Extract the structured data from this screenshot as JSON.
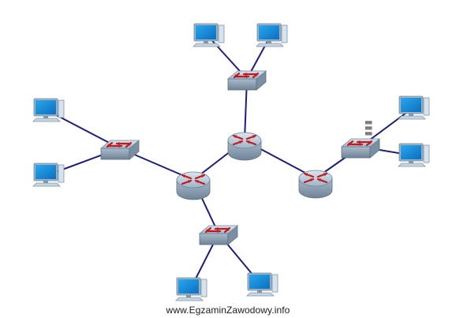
{
  "diagram": {
    "type": "network-topology",
    "colors": {
      "link": "#1c1f7a",
      "device_body": "#8fa6bd",
      "device_top": "#b9cbdc",
      "arrow": "#c21a1a",
      "monitor": "#1f8fd8",
      "monitor_frame": "#9fb5c8"
    },
    "nodes": [
      {
        "id": "R-center",
        "kind": "router"
      },
      {
        "id": "R-left",
        "kind": "router"
      },
      {
        "id": "R-right",
        "kind": "router"
      },
      {
        "id": "S-top",
        "kind": "switch"
      },
      {
        "id": "S-left",
        "kind": "switch"
      },
      {
        "id": "S-bottom",
        "kind": "switch"
      },
      {
        "id": "S-right",
        "kind": "switch"
      },
      {
        "id": "PC-top-1",
        "kind": "computer"
      },
      {
        "id": "PC-top-2",
        "kind": "computer"
      },
      {
        "id": "PC-left-1",
        "kind": "computer"
      },
      {
        "id": "PC-left-2",
        "kind": "computer"
      },
      {
        "id": "PC-bottom-1",
        "kind": "computer"
      },
      {
        "id": "PC-bottom-2",
        "kind": "computer"
      },
      {
        "id": "PC-right-1",
        "kind": "computer"
      },
      {
        "id": "PC-right-2",
        "kind": "computer"
      }
    ],
    "edges": [
      [
        "R-center",
        "S-top"
      ],
      [
        "R-center",
        "R-left"
      ],
      [
        "R-center",
        "R-right"
      ],
      [
        "R-left",
        "S-left"
      ],
      [
        "R-left",
        "S-bottom"
      ],
      [
        "R-right",
        "S-right"
      ],
      [
        "S-top",
        "PC-top-1"
      ],
      [
        "S-top",
        "PC-top-2"
      ],
      [
        "S-left",
        "PC-left-1"
      ],
      [
        "S-left",
        "PC-left-2"
      ],
      [
        "S-bottom",
        "PC-bottom-1"
      ],
      [
        "S-bottom",
        "PC-bottom-2"
      ],
      [
        "S-right",
        "PC-right-1"
      ],
      [
        "S-right",
        "PC-right-2"
      ]
    ]
  },
  "watermark": "www.EgzaminZawodowy.info"
}
